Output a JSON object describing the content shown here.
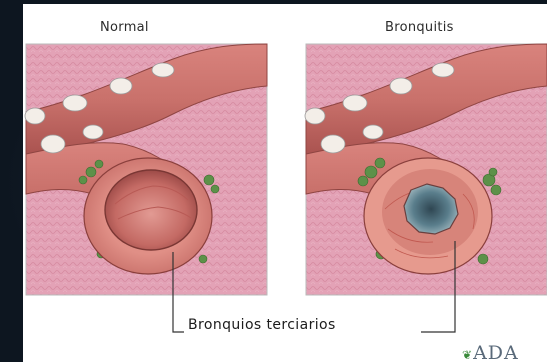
{
  "panels": {
    "left_title": "Normal",
    "right_title": "Bronquitis"
  },
  "caption": "Bronquios terciarios",
  "logo": {
    "text": "ADA",
    "leaf_icon": "leaf-icon"
  },
  "colors": {
    "lung_tissue": "#e0a0b4",
    "airway_wall": "#d67f78",
    "airway_inner": "#c8665f",
    "cartilage": "#f2ece6",
    "mucus": "#6f8f9c",
    "glands": "#5c9048"
  }
}
